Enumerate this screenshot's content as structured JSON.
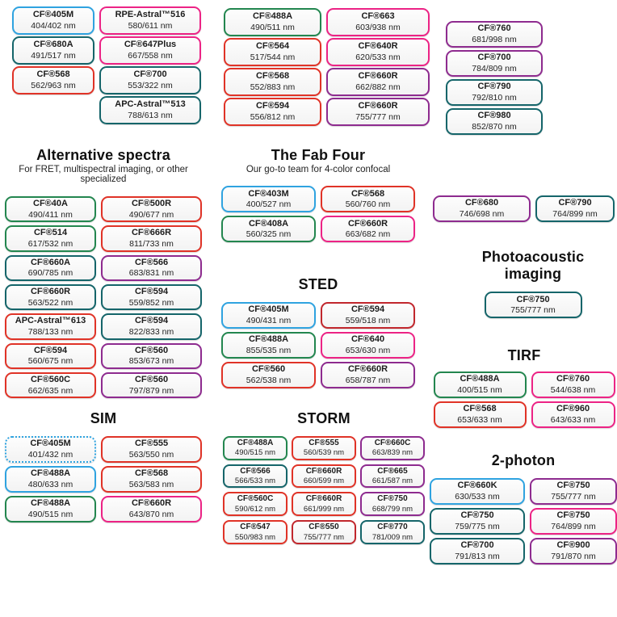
{
  "colors": {
    "blue": "#2FA3E0",
    "green": "#23864F",
    "teal": "#15656A",
    "red": "#E03327",
    "crimson": "#C1272D",
    "pink": "#EC2385",
    "purple": "#8E2B8F"
  },
  "sections": {
    "topLeft": {
      "columns": [
        [
          {
            "name": "CF®405M",
            "value": "404/402 nm",
            "color": "blue"
          },
          {
            "name": "CF®680A",
            "value": "491/517 nm",
            "color": "teal"
          },
          {
            "name": "CF®568",
            "value": "562/963 nm",
            "color": "red"
          }
        ],
        [
          {
            "name": "RPE-Astral™516",
            "value": "580/611 nm",
            "color": "pink"
          },
          {
            "name": "CF®647Plus",
            "value": "667/558 nm",
            "color": "pink"
          },
          {
            "name": "CF®700",
            "value": "553/322 nm",
            "color": "teal"
          },
          {
            "name": "APC-Astral™513",
            "value": "788/613 nm",
            "color": "teal"
          }
        ]
      ]
    },
    "topMiddle": {
      "columns": [
        [
          {
            "name": "CF®488A",
            "value": "490/511 nm",
            "color": "green"
          },
          {
            "name": "CF®564",
            "value": "517/544 nm",
            "color": "red"
          },
          {
            "name": "CF®568",
            "value": "552/883 nm",
            "color": "red"
          },
          {
            "name": "CF®594",
            "value": "556/812 nm",
            "color": "red"
          }
        ],
        [
          {
            "name": "CF®663",
            "value": "603/938 nm",
            "color": "pink"
          },
          {
            "name": "CF®640R",
            "value": "620/533 nm",
            "color": "pink"
          },
          {
            "name": "CF®660R",
            "value": "662/882 nm",
            "color": "purple"
          },
          {
            "name": "CF®660R",
            "value": "755/777 nm",
            "color": "purple"
          }
        ]
      ]
    },
    "topRight": {
      "columns": [
        [
          {
            "name": "CF®760",
            "value": "681/998 nm",
            "color": "purple"
          },
          {
            "name": "CF®700",
            "value": "784/809 nm",
            "color": "purple"
          },
          {
            "name": "CF®790",
            "value": "792/810 nm",
            "color": "teal"
          },
          {
            "name": "CF®980",
            "value": "852/870 nm",
            "color": "teal"
          }
        ]
      ]
    },
    "alt": {
      "title": "Alternative spectra",
      "subtitle": "For FRET, multispectral imaging, or other specialized",
      "columns": [
        [
          {
            "name": "CF®40A",
            "value": "490/411 nm",
            "color": "green"
          },
          {
            "name": "CF®514",
            "value": "617/532 nm",
            "color": "green"
          },
          {
            "name": "CF®660A",
            "value": "690/785 nm",
            "color": "teal"
          },
          {
            "name": "CF®660R",
            "value": "563/522 nm",
            "color": "teal"
          },
          {
            "name": "APC-Astral™613",
            "value": "788/133 nm",
            "color": "red"
          },
          {
            "name": "CF®594",
            "value": "560/675 nm",
            "color": "red"
          },
          {
            "name": "CF®560C",
            "value": "662/635 nm",
            "color": "red"
          }
        ],
        [
          {
            "name": "CF®500R",
            "value": "490/677 nm",
            "color": "red"
          },
          {
            "name": "CF®666R",
            "value": "811/733 nm",
            "color": "red"
          },
          {
            "name": "CF®566",
            "value": "683/831 nm",
            "color": "purple"
          },
          {
            "name": "CF®594",
            "value": "559/852 nm",
            "color": "teal"
          },
          {
            "name": "CF®594",
            "value": "822/833 nm",
            "color": "teal"
          },
          {
            "name": "CF®560",
            "value": "853/673 nm",
            "color": "purple"
          },
          {
            "name": "CF®560",
            "value": "797/879 nm",
            "color": "purple"
          }
        ]
      ]
    },
    "fab": {
      "title": "The Fab Four",
      "subtitle": "Our go-to team for 4-color confocal",
      "columns": [
        [
          {
            "name": "CF®403M",
            "value": "400/527 nm",
            "color": "blue"
          },
          {
            "name": "CF®408A",
            "value": "560/325 nm",
            "color": "green"
          }
        ],
        [
          {
            "name": "CF®568",
            "value": "560/760 nm",
            "color": "red"
          },
          {
            "name": "CF®660R",
            "value": "663/682 nm",
            "color": "pink"
          }
        ]
      ]
    },
    "pair": {
      "columns": [
        [
          {
            "name": "CF®680",
            "value": "746/698 nm",
            "color": "purple"
          }
        ],
        [
          {
            "name": "CF®790",
            "value": "764/899 nm",
            "color": "teal"
          }
        ]
      ]
    },
    "photo": {
      "title": "Photoacoustic imaging",
      "columns": [
        [
          {
            "name": "CF®750",
            "value": "755/777 nm",
            "color": "teal"
          }
        ]
      ]
    },
    "sted": {
      "title": "STED",
      "columns": [
        [
          {
            "name": "CF®405M",
            "value": "490/431 nm",
            "color": "blue"
          },
          {
            "name": "CF®488A",
            "value": "855/535 nm",
            "color": "green"
          },
          {
            "name": "CF®560",
            "value": "562/538 nm",
            "color": "red"
          }
        ],
        [
          {
            "name": "CF®594",
            "value": "559/518 nm",
            "color": "crimson"
          },
          {
            "name": "CF®640",
            "value": "653/630 nm",
            "color": "pink"
          },
          {
            "name": "CF®660R",
            "value": "658/787 nm",
            "color": "purple"
          }
        ]
      ]
    },
    "tirf": {
      "title": "TIRF",
      "columns": [
        [
          {
            "name": "CF®488A",
            "value": "400/515 nm",
            "color": "green"
          },
          {
            "name": "CF®568",
            "value": "653/633 nm",
            "color": "red"
          }
        ],
        [
          {
            "name": "CF®760",
            "value": "544/638 nm",
            "color": "pink"
          },
          {
            "name": "CF®960",
            "value": "643/633 nm",
            "color": "pink"
          }
        ]
      ]
    },
    "sim": {
      "title": "SIM",
      "columns": [
        [
          {
            "name": "CF®405M",
            "value": "401/432 nm",
            "color": "blue",
            "dotted": true
          },
          {
            "name": "CF®488A",
            "value": "480/633 nm",
            "color": "blue"
          },
          {
            "name": "CF®488A",
            "value": "490/515 nm",
            "color": "green"
          }
        ],
        [
          {
            "name": "CF®555",
            "value": "563/550 nm",
            "color": "red"
          },
          {
            "name": "CF®568",
            "value": "563/583 nm",
            "color": "red"
          },
          {
            "name": "CF®660R",
            "value": "643/870 nm",
            "color": "pink"
          }
        ]
      ]
    },
    "storm": {
      "title": "STORM",
      "columns": [
        [
          {
            "name": "CF®488A",
            "value": "490/515 nm",
            "color": "green"
          },
          {
            "name": "CF®566",
            "value": "566/533 nm",
            "color": "teal"
          },
          {
            "name": "CF®560C",
            "value": "590/612 nm",
            "color": "red"
          },
          {
            "name": "CF®547",
            "value": "550/983 nm",
            "color": "red"
          }
        ],
        [
          {
            "name": "CF®555",
            "value": "560/539 nm",
            "color": "red"
          },
          {
            "name": "CF®660R",
            "value": "660/599 nm",
            "color": "red"
          },
          {
            "name": "CF®660R",
            "value": "661/999 nm",
            "color": "red"
          },
          {
            "name": "CF®550",
            "value": "755/777 nm",
            "color": "crimson"
          }
        ],
        [
          {
            "name": "CF®660C",
            "value": "663/839 nm",
            "color": "purple"
          },
          {
            "name": "CF®665",
            "value": "661/587 nm",
            "color": "purple"
          },
          {
            "name": "CF®750",
            "value": "668/799 nm",
            "color": "purple"
          },
          {
            "name": "CF®770",
            "value": "781/009 nm",
            "color": "teal"
          }
        ]
      ]
    },
    "twoPhoton": {
      "title": "2-photon",
      "columns": [
        [
          {
            "name": "CF®660K",
            "value": "630/533 nm",
            "color": "blue"
          },
          {
            "name": "CF®750",
            "value": "759/775 nm",
            "color": "teal"
          },
          {
            "name": "CF®700",
            "value": "791/813 nm",
            "color": "teal"
          }
        ],
        [
          {
            "name": "CF®750",
            "value": "755/777 nm",
            "color": "purple"
          },
          {
            "name": "CF®750",
            "value": "764/899 nm",
            "color": "pink"
          },
          {
            "name": "CF®900",
            "value": "791/870 nm",
            "color": "purple"
          }
        ]
      ]
    }
  }
}
